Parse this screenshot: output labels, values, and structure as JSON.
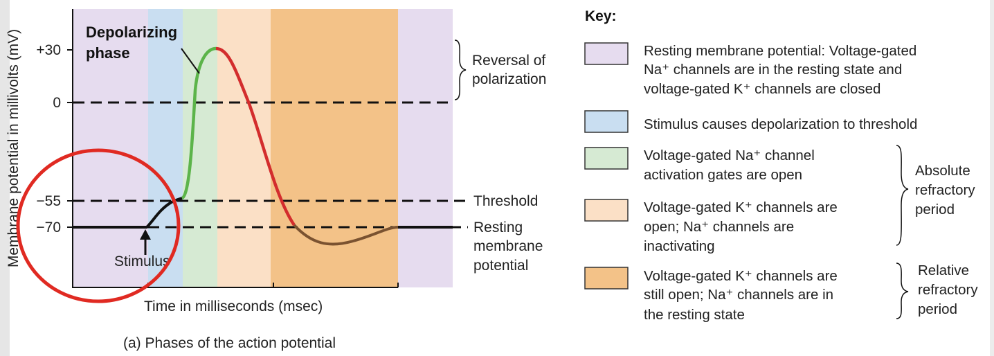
{
  "figure": {
    "y_axis_label": "Membrane potential in millivolts (mV)",
    "x_axis_label": "Time in milliseconds (msec)",
    "caption": "(a) Phases of the action potential",
    "y_ticks": [
      "+30",
      "0",
      "−55",
      "−70"
    ],
    "depolarizing_label_line1": "Depolarizing",
    "depolarizing_label_line2": "phase",
    "stimulus_label": "Stimulus",
    "reversal_line1": "Reversal of",
    "reversal_line2": "polarization",
    "threshold_label": "Threshold",
    "resting_line1": "Resting",
    "resting_line2": "membrane",
    "resting_line3": "potential",
    "phase_colors": {
      "resting": "#e6dcef",
      "stimulus": "#c9def1",
      "na_activation": "#d6ead3",
      "k_open": "#fbe0c6",
      "k_still_open": "#f3c288"
    },
    "curve_colors": {
      "baseline": "#111111",
      "rising": "#5cb44a",
      "falling": "#d32d2d",
      "hyperpolarization": "#7a5230"
    },
    "annotation_circle_color": "#e02a22"
  },
  "key": {
    "title": "Key:",
    "items": [
      {
        "color": "#e6dcef",
        "lines": [
          "Resting membrane potential: Voltage-gated",
          "Na⁺ channels are in the resting state and",
          "voltage-gated K⁺ channels are closed"
        ]
      },
      {
        "color": "#c9def1",
        "lines": [
          "Stimulus causes depolarization to threshold"
        ]
      },
      {
        "color": "#d6ead3",
        "lines": [
          "Voltage-gated Na⁺ channel",
          "activation gates are open"
        ]
      },
      {
        "color": "#fbe0c6",
        "lines": [
          "Voltage-gated K⁺ channels are",
          "open; Na⁺ channels are",
          "inactivating"
        ]
      },
      {
        "color": "#f3c288",
        "lines": [
          "Voltage-gated K⁺ channels are",
          "still open; Na⁺ channels are in",
          "the resting state"
        ]
      }
    ],
    "absolute_line1": "Absolute",
    "absolute_line2": "refractory",
    "absolute_line3": "period",
    "relative_line1": "Relative",
    "relative_line2": "refractory",
    "relative_line3": "period"
  }
}
